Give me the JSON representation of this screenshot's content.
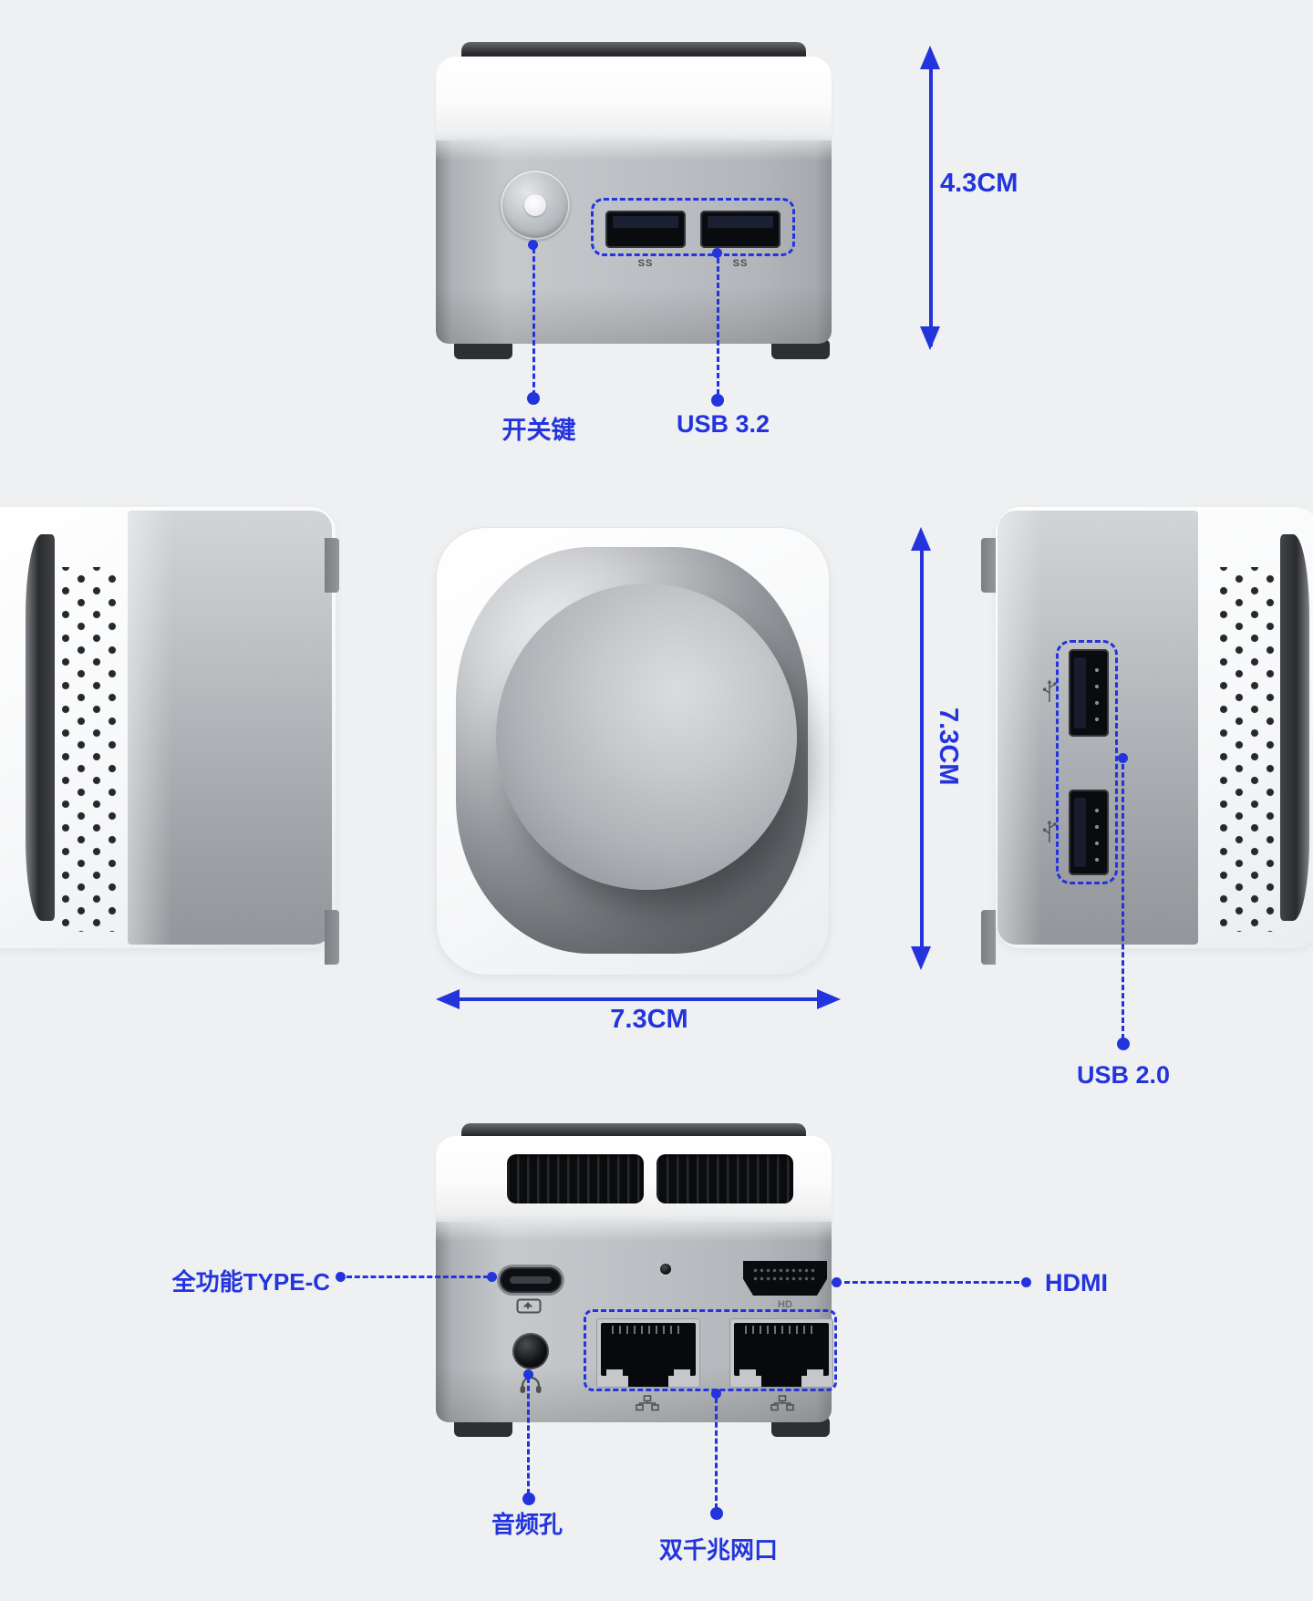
{
  "accent": "#2434dd",
  "front_view": {
    "power_label": "开关键",
    "usb_label": "USB 3.2",
    "height_dim": "4.3CM",
    "usb3_badge": "SS"
  },
  "top_view": {
    "side_dim": "7.3CM",
    "width_dim": "7.3CM"
  },
  "right_view": {
    "usb_label": "USB 2.0"
  },
  "rear_view": {
    "typec_label": "全功能TYPE-C",
    "hdmi_label": "HDMI",
    "audio_label": "音频孔",
    "lan_label": "双千兆网口",
    "hdmi_port_mark": "HD"
  }
}
